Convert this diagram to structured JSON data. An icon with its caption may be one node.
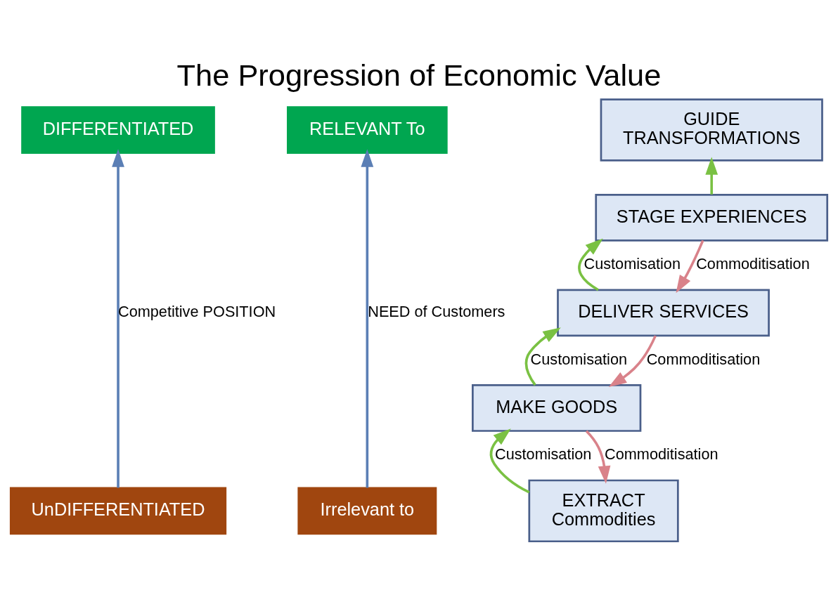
{
  "diagram": {
    "title": "The Progression of Economic Value",
    "nodes": [
      {
        "text": [
          "DIFFERENTIATED"
        ]
      },
      {
        "text": [
          "UnDIFFERENTIATED"
        ]
      },
      {
        "text": [
          "RELEVANT To"
        ]
      },
      {
        "text": [
          "Irrelevant to"
        ]
      },
      {
        "text": [
          "EXTRACT",
          "Commodities"
        ]
      },
      {
        "text": [
          "MAKE GOODS"
        ]
      },
      {
        "text": [
          "DELIVER SERVICES"
        ]
      },
      {
        "text": [
          "STAGE EXPERIENCES"
        ]
      },
      {
        "text": [
          "GUIDE",
          "TRANSFORMATIONS"
        ]
      }
    ],
    "edges": [
      {
        "from": 1,
        "to": 0,
        "arrow": "to",
        "label": "Competitive POSITION",
        "color": "#5b7fb5"
      },
      {
        "from": 3,
        "to": 2,
        "arrow": "to",
        "label": "NEED of Customers",
        "color": "#5b7fb5"
      },
      {
        "from": 4,
        "to": 5,
        "arrow": "to",
        "label": "Customisation",
        "color": "#7ac143"
      },
      {
        "from": 5,
        "to": 6,
        "arrow": "to",
        "label": "Customisation",
        "color": "#7ac143"
      },
      {
        "from": 6,
        "to": 7,
        "arrow": "to",
        "label": "Customisation",
        "color": "#7ac143"
      },
      {
        "from": 7,
        "to": 8,
        "arrow": "to",
        "color": "#7ac143"
      },
      {
        "from": 5,
        "to": 4,
        "arrow": "to",
        "label": "Commoditisation",
        "color": "#d9828a"
      },
      {
        "from": 6,
        "to": 5,
        "arrow": "to",
        "label": "Commoditisation",
        "color": "#d9828a"
      },
      {
        "from": 7,
        "to": 6,
        "arrow": "to",
        "label": "Commoditisation",
        "color": "#d9828a"
      }
    ]
  }
}
